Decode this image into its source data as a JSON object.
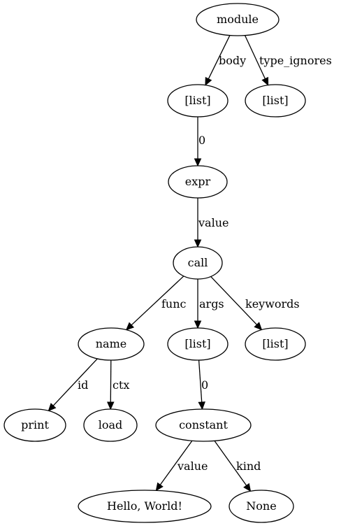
{
  "nodes": [
    {
      "id": "module",
      "label": "module"
    },
    {
      "id": "list1",
      "label": "[list]"
    },
    {
      "id": "list2",
      "label": "[list]"
    },
    {
      "id": "expr",
      "label": "expr"
    },
    {
      "id": "call",
      "label": "call"
    },
    {
      "id": "name",
      "label": "name"
    },
    {
      "id": "list3",
      "label": "[list]"
    },
    {
      "id": "list4",
      "label": "[list]"
    },
    {
      "id": "print",
      "label": "print"
    },
    {
      "id": "load",
      "label": "load"
    },
    {
      "id": "constant",
      "label": "constant"
    },
    {
      "id": "hello",
      "label": "Hello, World!"
    },
    {
      "id": "none",
      "label": "None"
    }
  ],
  "edges": [
    {
      "from": "module",
      "to": "list1",
      "label": "body"
    },
    {
      "from": "module",
      "to": "list2",
      "label": "type_ignores"
    },
    {
      "from": "list1",
      "to": "expr",
      "label": "0"
    },
    {
      "from": "expr",
      "to": "call",
      "label": "value"
    },
    {
      "from": "call",
      "to": "name",
      "label": "func"
    },
    {
      "from": "call",
      "to": "list3",
      "label": "args"
    },
    {
      "from": "call",
      "to": "list4",
      "label": "keywords"
    },
    {
      "from": "name",
      "to": "print",
      "label": "id"
    },
    {
      "from": "name",
      "to": "load",
      "label": "ctx"
    },
    {
      "from": "list3",
      "to": "constant",
      "label": "0"
    },
    {
      "from": "constant",
      "to": "hello",
      "label": "value"
    },
    {
      "from": "constant",
      "to": "none",
      "label": "kind"
    }
  ]
}
